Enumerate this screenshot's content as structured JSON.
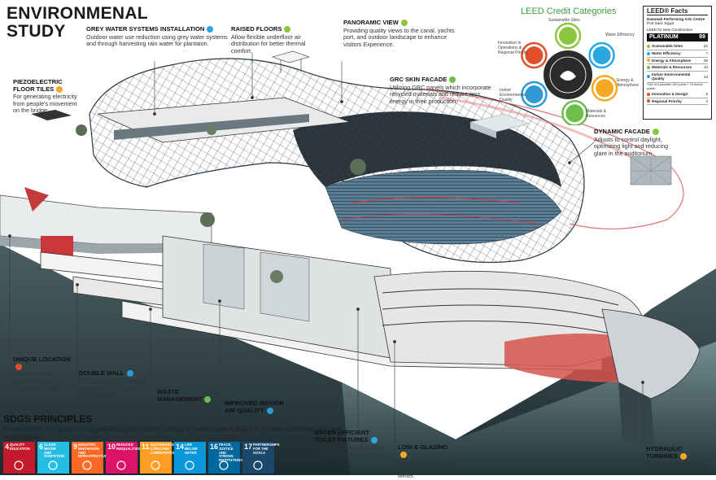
{
  "title_line1": "ENVIRONMENAL",
  "title_line2": "STUDY",
  "labels": {
    "greywater": {
      "h": "GREY WATER SYSTEMS INSTALLATION",
      "d": "Outdoor water use reduction using grey water systems and through harvesting rain water for plantaion."
    },
    "raised": {
      "h": "RAISED FLOORS",
      "d": "Allow flexible underfloor air distribution for better thermal comfort."
    },
    "panoramic": {
      "h": "PANORAMIC VIEW",
      "d": "Providing quality views to the canal, yachts port, and outdoor landscape to enhance visitors Experience."
    },
    "piezo": {
      "h": "PIEZOELECTRIC FLOOR TILES",
      "d": "For generating electricity from people's movement on the bridge."
    },
    "grc": {
      "h": "GRC SKIN FACADE",
      "d": "Utilizing GRC panels which incorporate recycled materials and require less energy in their production."
    },
    "dynamic": {
      "h": "DYNAMIC FACADE",
      "d": "Adjusts to control daylight, optimizing light and reducing glare in the auditorium."
    },
    "unique": {
      "h": "UNIQUE LOCATION",
      "d": "Access to quality transits because of the project location."
    },
    "doublewall": {
      "h": "DOUBLE WALL",
      "d": "For Acoustic and Thermal insulation for enhanced noise control."
    },
    "waste": {
      "h": "WASTE MANAGEMENT",
      "d": "Recyclables collection and storage."
    },
    "indoorair": {
      "h": "IMPROVED INDOOR AIR QUALITY",
      "d": "Inner Courts help in circulating air inside the spaces."
    },
    "toilet": {
      "h": "WATER EFFICIENT TOILET FIXTURES",
      "d": "Indoor water use reduction using water-efficient fixtures."
    },
    "lowe": {
      "h": "LOW-E GLAZING",
      "d": "Reflects out solar heat in summer and cold in winter."
    },
    "hydraulic": {
      "h": "HYDRAULIC TURBINES",
      "d": "For Energy Generation from Ships tides."
    }
  },
  "sdg": {
    "title": "SDGS PRINCIPLES",
    "brief": "Project Breif: The project is a performing arts center aiming to reintroduce folklore in a more contemporary and avant-garde",
    "goals": [
      {
        "n": "4",
        "t": "QUALITY EDUCATION",
        "c": "#c5192d"
      },
      {
        "n": "6",
        "t": "CLEAN WATER AND SANITATION",
        "c": "#26bde2"
      },
      {
        "n": "9",
        "t": "INDUSTRY, INNOVATION AND INFRASTRUCTURE",
        "c": "#fd6925"
      },
      {
        "n": "10",
        "t": "REDUCED INEQUALITIES",
        "c": "#dd1367"
      },
      {
        "n": "11",
        "t": "SUSTAINABLE CITIES AND COMMUNITIES",
        "c": "#fd9d24"
      },
      {
        "n": "14",
        "t": "LIFE BELOW WATER",
        "c": "#0a97d9"
      },
      {
        "n": "16",
        "t": "PEACE, JUSTICE AND STRONG INSTITUTIONS",
        "c": "#00689d"
      },
      {
        "n": "17",
        "t": "PARTNERSHIPS FOR THE GOALS",
        "c": "#19486a"
      }
    ]
  },
  "leed": {
    "heading": "LEED Credit Categories",
    "categories": [
      {
        "name": "Sustainable Sites",
        "color": "#8cc63f"
      },
      {
        "name": "Water Efficiency",
        "color": "#29a8e0"
      },
      {
        "name": "Energy & Atmosphere",
        "color": "#f7a823"
      },
      {
        "name": "Materials & Resources",
        "color": "#6bbf4a"
      },
      {
        "name": "Indoor Environmental Quality",
        "color": "#2d9ad3"
      },
      {
        "name": "Innovation in Operations & Regional Priority",
        "color": "#e0502a"
      }
    ],
    "facts": {
      "title": "LEED® Facts",
      "project": "Dammah Performing Arts Centre",
      "location": "Port Said, Egypt",
      "for": "LEED for New Construction",
      "rating": "PLATINUM",
      "total": "89",
      "rows": [
        {
          "name": "Sustainable Sites",
          "v": "22",
          "c": "#8cc63f"
        },
        {
          "name": "Water Efficiency",
          "v": "7",
          "c": "#29a8e0"
        },
        {
          "name": "Energy & Atmosphere",
          "v": "28",
          "c": "#f7a823"
        },
        {
          "name": "Materials & Resources",
          "v": "10",
          "c": "#6bbf4a"
        },
        {
          "name": "Indoor Environmental Quality",
          "v": "13",
          "c": "#2d9ad3"
        }
      ],
      "note": "*Out of a possible 100 points + 10 bonus points",
      "rows2": [
        {
          "name": "Innovation & Design",
          "v": "5",
          "c": "#e0502a"
        },
        {
          "name": "Regional Priority",
          "v": "4",
          "c": "#e0502a"
        }
      ]
    }
  },
  "colors": {
    "accent_red": "#d9333f",
    "shell": "#2f3a44",
    "water": "#3f5a60"
  }
}
